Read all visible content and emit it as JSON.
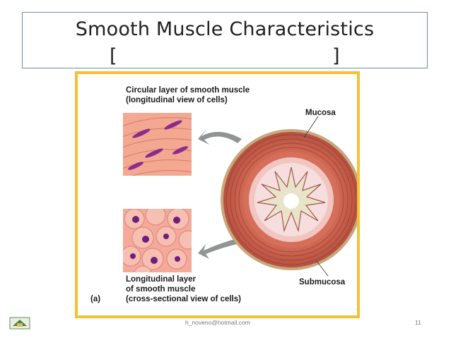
{
  "slide": {
    "title": "Smooth Muscle Characteristics",
    "bracket_left": "[",
    "bracket_right": "]"
  },
  "figure": {
    "circular_label_1": "Circular layer of smooth muscle",
    "circular_label_2": "(longitudinal view of cells)",
    "longitudinal_label_1": "Longitudinal layer",
    "longitudinal_label_2": "of smooth muscle",
    "longitudinal_label_3": "(cross-sectional view of cells)",
    "panel_letter": "(a)",
    "mucosa_label": "Mucosa",
    "submucosa_label": "Submucosa"
  },
  "footer": {
    "email": "h_noveno@hotmail.com",
    "page_number": "11"
  },
  "colors": {
    "frame_border": "#f3c22e",
    "title_border": "#6d8bb0",
    "muscle_pink": "#e9967a",
    "nucleus_purple": "#7b2a8c"
  }
}
